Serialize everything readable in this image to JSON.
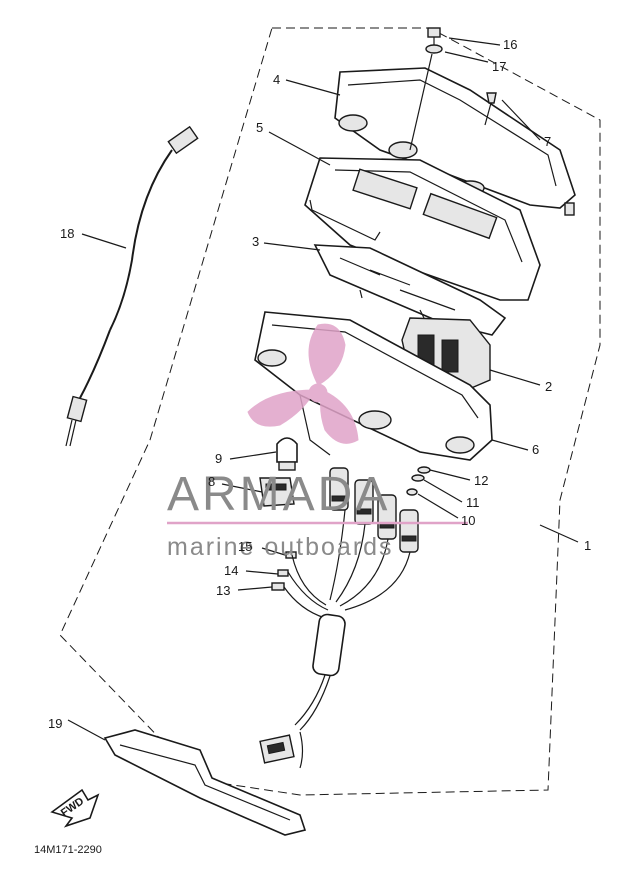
{
  "callouts": [
    {
      "id": "1",
      "text": "1"
    },
    {
      "id": "2",
      "text": "2"
    },
    {
      "id": "3",
      "text": "3"
    },
    {
      "id": "4",
      "text": "4"
    },
    {
      "id": "5",
      "text": "5"
    },
    {
      "id": "6",
      "text": "6"
    },
    {
      "id": "7",
      "text": "7"
    },
    {
      "id": "8",
      "text": "8"
    },
    {
      "id": "9",
      "text": "9"
    },
    {
      "id": "10",
      "text": "10"
    },
    {
      "id": "11",
      "text": "11"
    },
    {
      "id": "12",
      "text": "12"
    },
    {
      "id": "13",
      "text": "13"
    },
    {
      "id": "14",
      "text": "14"
    },
    {
      "id": "15",
      "text": "15"
    },
    {
      "id": "16",
      "text": "16"
    },
    {
      "id": "17",
      "text": "17"
    },
    {
      "id": "18",
      "text": "18"
    },
    {
      "id": "19",
      "text": "19"
    }
  ],
  "watermark": {
    "brand": "ARMADA",
    "tagline": "marine outboards",
    "logo_color": "#e0a3c8",
    "text_color": "#8a8a8a"
  },
  "direction_arrow": {
    "label": "FWD"
  },
  "diagram_code": "14M171-2290"
}
